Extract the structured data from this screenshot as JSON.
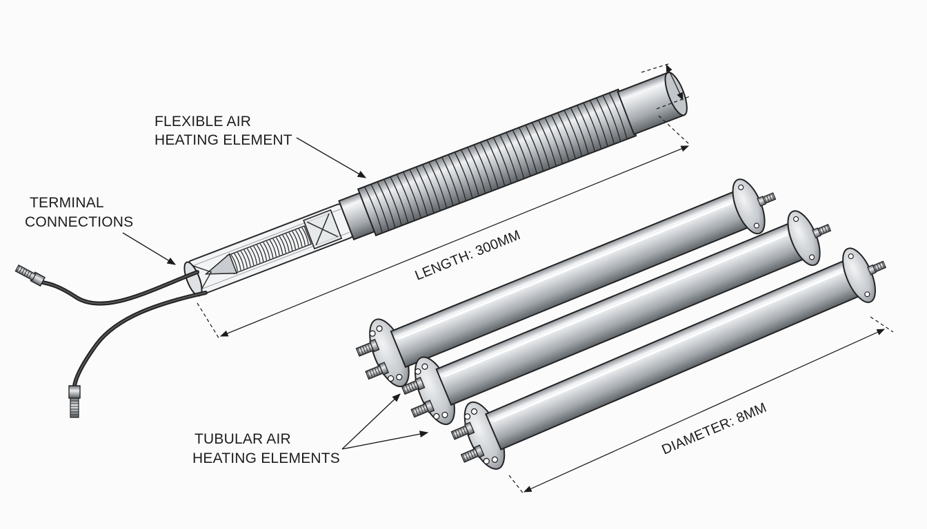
{
  "labels": {
    "flexible_line1": "FLEXIBLE AIR",
    "flexible_line2": "HEATING ELEMENT",
    "terminal_line1": "TERMINAL",
    "terminal_line2": "CONNECTIONS",
    "tubular_line1": "TUBULAR AIR",
    "tubular_line2": "HEATING ELEMENTS",
    "length": "LENGTH: 300MM",
    "diameter": "DIAMETER: 8MM"
  },
  "colors": {
    "ink": "#1c1c1c",
    "metal_light": "#f4f5f6",
    "metal_mid": "#bfc3c7",
    "metal_dark": "#6f747a",
    "cable": "#2b2b2b"
  }
}
